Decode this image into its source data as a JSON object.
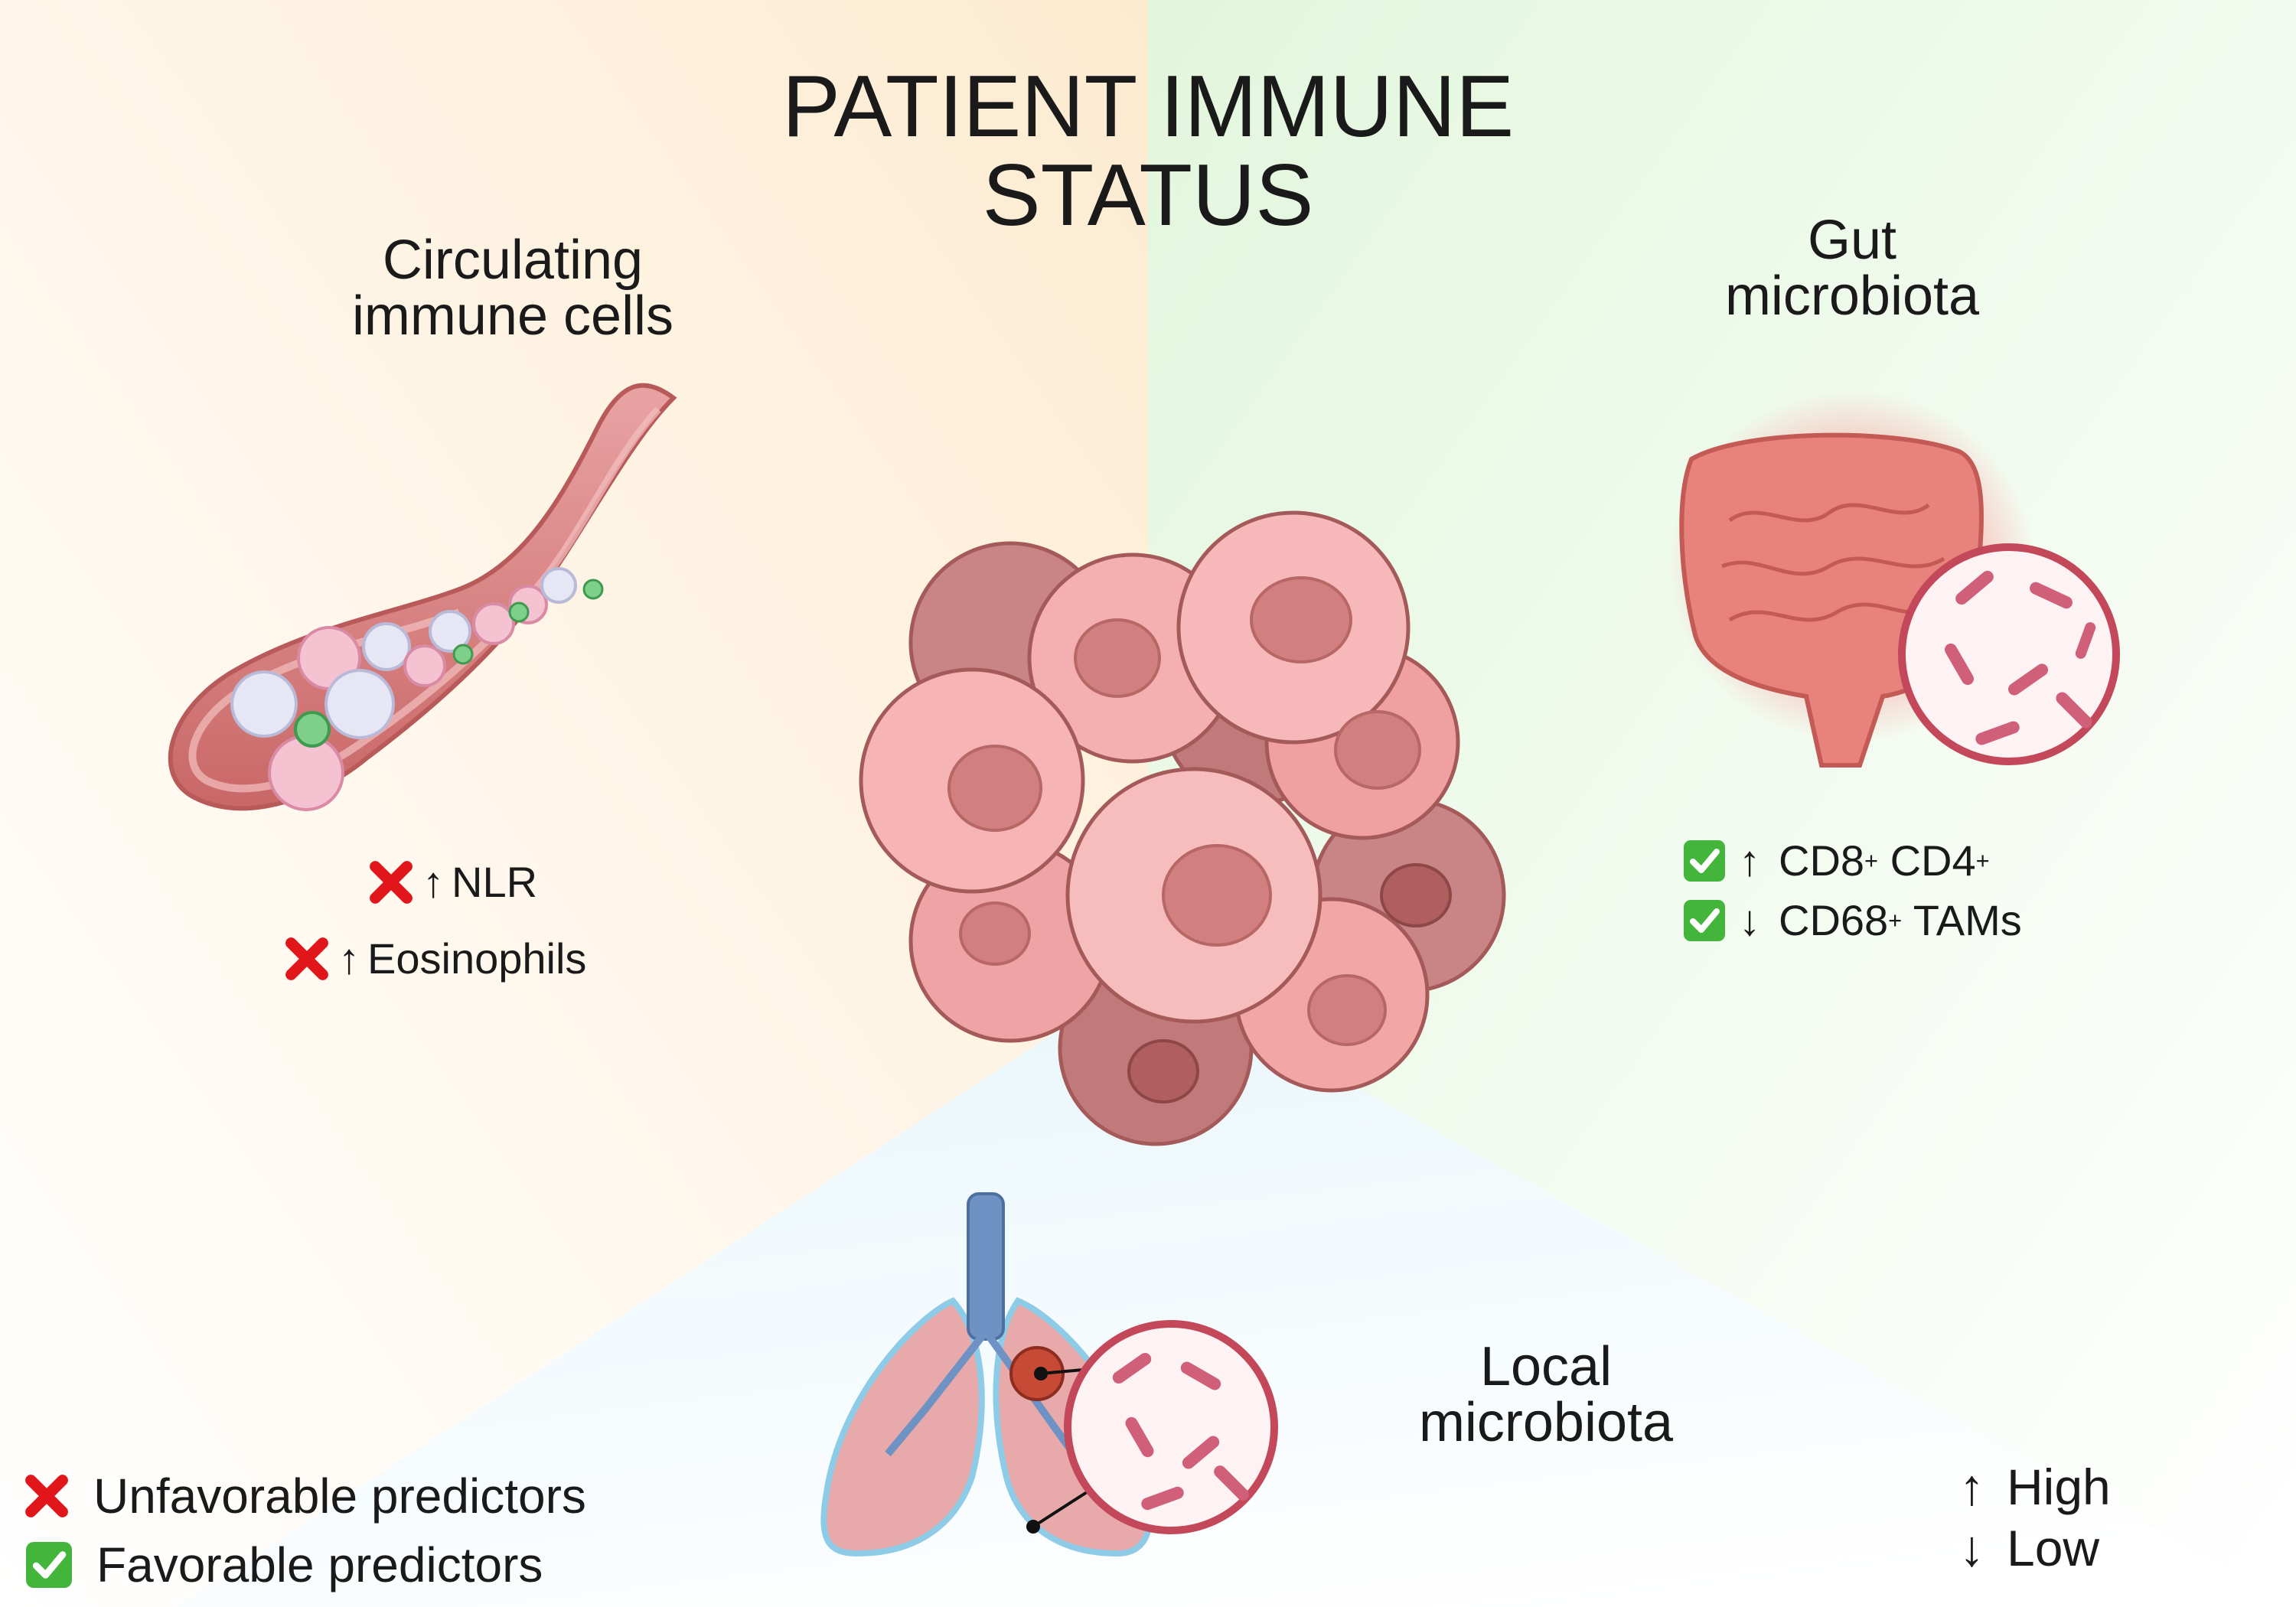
{
  "title": {
    "line1": "PATIENT IMMUNE",
    "line2": "STATUS"
  },
  "sections": {
    "circulating": {
      "line1": "Circulating",
      "line2": "immune cells",
      "predictors": [
        {
          "mark": "x-icon",
          "arrow": "↑",
          "label": "NLR"
        },
        {
          "mark": "x-icon",
          "arrow": "↑",
          "label": "Eosinophils"
        }
      ]
    },
    "gut": {
      "line1": "Gut",
      "line2": "microbiota",
      "predictors": [
        {
          "mark": "check-icon",
          "arrow": "↑",
          "label_a": "CD8",
          "sup_a": "+",
          "label_b": " CD4",
          "sup_b": "+",
          "tail": ""
        },
        {
          "mark": "check-icon",
          "arrow": "↓",
          "label_a": "CD68",
          "sup_a": "+",
          "label_b": " TAMs",
          "sup_b": "",
          "tail": ""
        }
      ]
    },
    "local": {
      "line1": "Local",
      "line2": "microbiota"
    }
  },
  "legend": {
    "unfavorable": "Unfavorable predictors",
    "favorable": "Favorable predictors"
  },
  "arrow_key": {
    "high_arrow": "↑",
    "high": "High",
    "low_arrow": "↓",
    "low": "Low"
  },
  "colors": {
    "unfavorable_mark": "#e0161b",
    "favorable_mark": "#43b53b",
    "cell_pink": "#f0a3a3",
    "cell_dark": "#c56e6e",
    "vessel": "#d97e7e",
    "lung": "#e7a9a9",
    "lung_outline": "#8ecbe6",
    "trachea": "#6f92c4",
    "gut": "#e56f6a",
    "bacteria": "#cf5d7c"
  },
  "icons": [
    "blood-vessel-icon",
    "tumor-cell-cluster-icon",
    "intestine-icon",
    "lungs-icon",
    "bacteria-magnifier-icon"
  ]
}
